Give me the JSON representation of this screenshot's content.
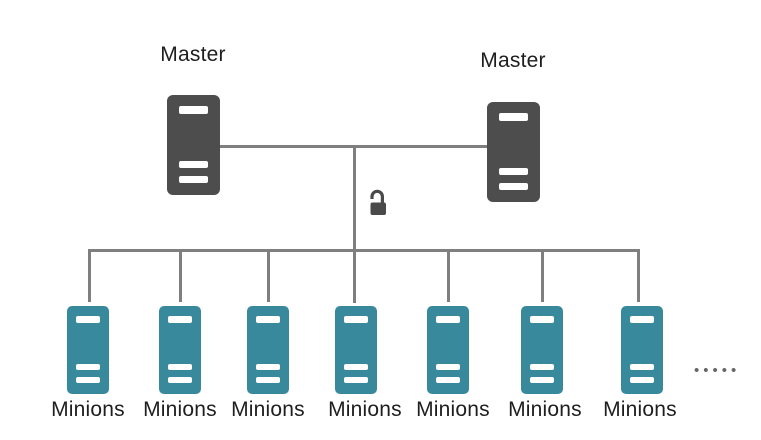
{
  "diagram": {
    "type": "master-minion-topology",
    "masters": [
      {
        "label": "Master"
      },
      {
        "label": "Master"
      }
    ],
    "minions": [
      {
        "label": "Minions"
      },
      {
        "label": "Minions"
      },
      {
        "label": "Minions"
      },
      {
        "label": "Minions"
      },
      {
        "label": "Minions"
      },
      {
        "label": "Minions"
      },
      {
        "label": "Minions"
      }
    ],
    "ellipsis": "•••••",
    "icons": {
      "master": "server-icon",
      "minion": "server-icon",
      "center_link": "open-padlock-icon"
    },
    "colors": {
      "master_server": "#4d4d4d",
      "minion_server": "#38899b",
      "connector_line": "#7f7f7f",
      "label_text": "#1e1e1e",
      "ellipsis_dots": "#666666"
    }
  }
}
